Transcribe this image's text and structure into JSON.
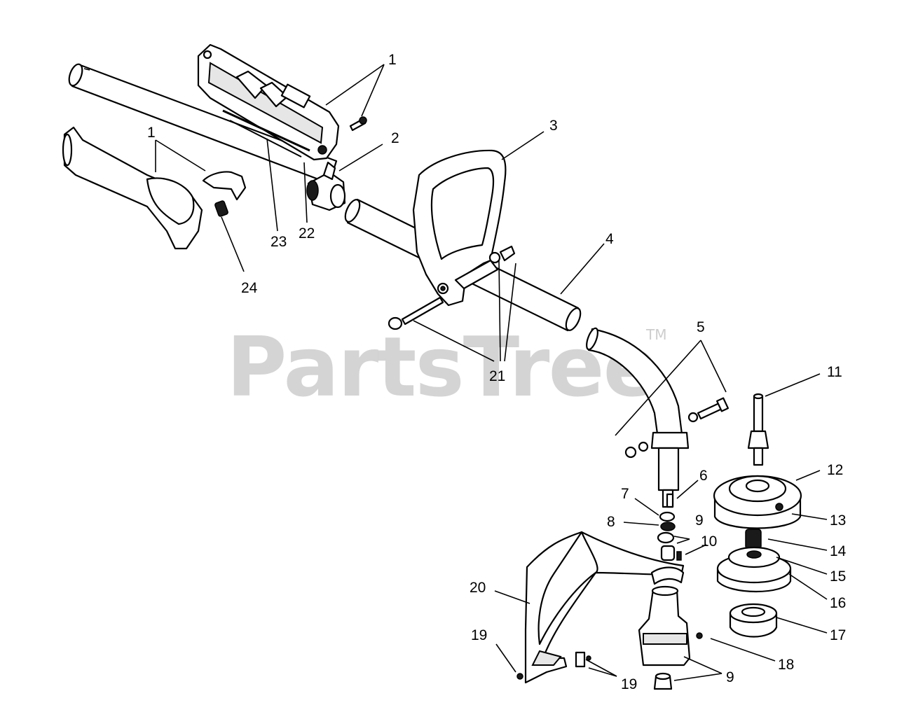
{
  "watermark": {
    "text": "PartsTree",
    "trademark": "TM"
  },
  "callouts": [
    {
      "id": "c1a",
      "label": "1"
    },
    {
      "id": "c1b",
      "label": "1"
    },
    {
      "id": "c2",
      "label": "2"
    },
    {
      "id": "c3",
      "label": "3"
    },
    {
      "id": "c4",
      "label": "4"
    },
    {
      "id": "c5",
      "label": "5"
    },
    {
      "id": "c6",
      "label": "6"
    },
    {
      "id": "c7",
      "label": "7"
    },
    {
      "id": "c8",
      "label": "8"
    },
    {
      "id": "c9a",
      "label": "9"
    },
    {
      "id": "c9b",
      "label": "9"
    },
    {
      "id": "c10",
      "label": "10"
    },
    {
      "id": "c11",
      "label": "11"
    },
    {
      "id": "c12",
      "label": "12"
    },
    {
      "id": "c13",
      "label": "13"
    },
    {
      "id": "c14",
      "label": "14"
    },
    {
      "id": "c15",
      "label": "15"
    },
    {
      "id": "c16",
      "label": "16"
    },
    {
      "id": "c17",
      "label": "17"
    },
    {
      "id": "c18",
      "label": "18"
    },
    {
      "id": "c19a",
      "label": "19"
    },
    {
      "id": "c19b",
      "label": "19"
    },
    {
      "id": "c20",
      "label": "20"
    },
    {
      "id": "c21",
      "label": "21"
    },
    {
      "id": "c22",
      "label": "22"
    },
    {
      "id": "c23",
      "label": "23"
    },
    {
      "id": "c24",
      "label": "24"
    }
  ]
}
